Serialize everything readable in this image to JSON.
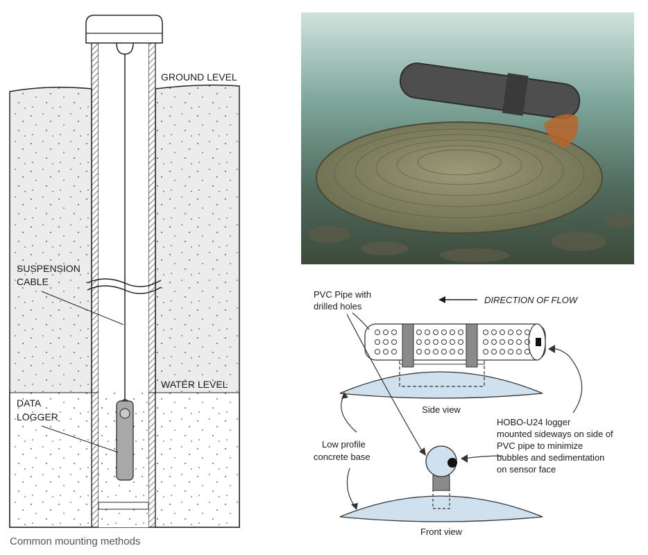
{
  "well_diagram": {
    "ground_level": "GROUND LEVEL",
    "suspension_cable": [
      "SUSPENSION",
      "CABLE"
    ],
    "water_level": "WATER LEVEL",
    "data_logger": [
      "DATA",
      "LOGGER"
    ]
  },
  "mount_diagram": {
    "pvc_pipe": [
      "PVC Pipe with",
      "drilled holes"
    ],
    "direction_of_flow": "DIRECTION OF FLOW",
    "side_view": "Side view",
    "front_view": "Front view",
    "concrete_base": [
      "Low profile",
      "concrete base"
    ],
    "logger_note": [
      "HOBO-U24 logger",
      "mounted sideways on side of",
      "PVC pipe to minimize",
      "bubbles and sedimentation",
      "on sensor face"
    ]
  },
  "caption": "Common mounting methods"
}
